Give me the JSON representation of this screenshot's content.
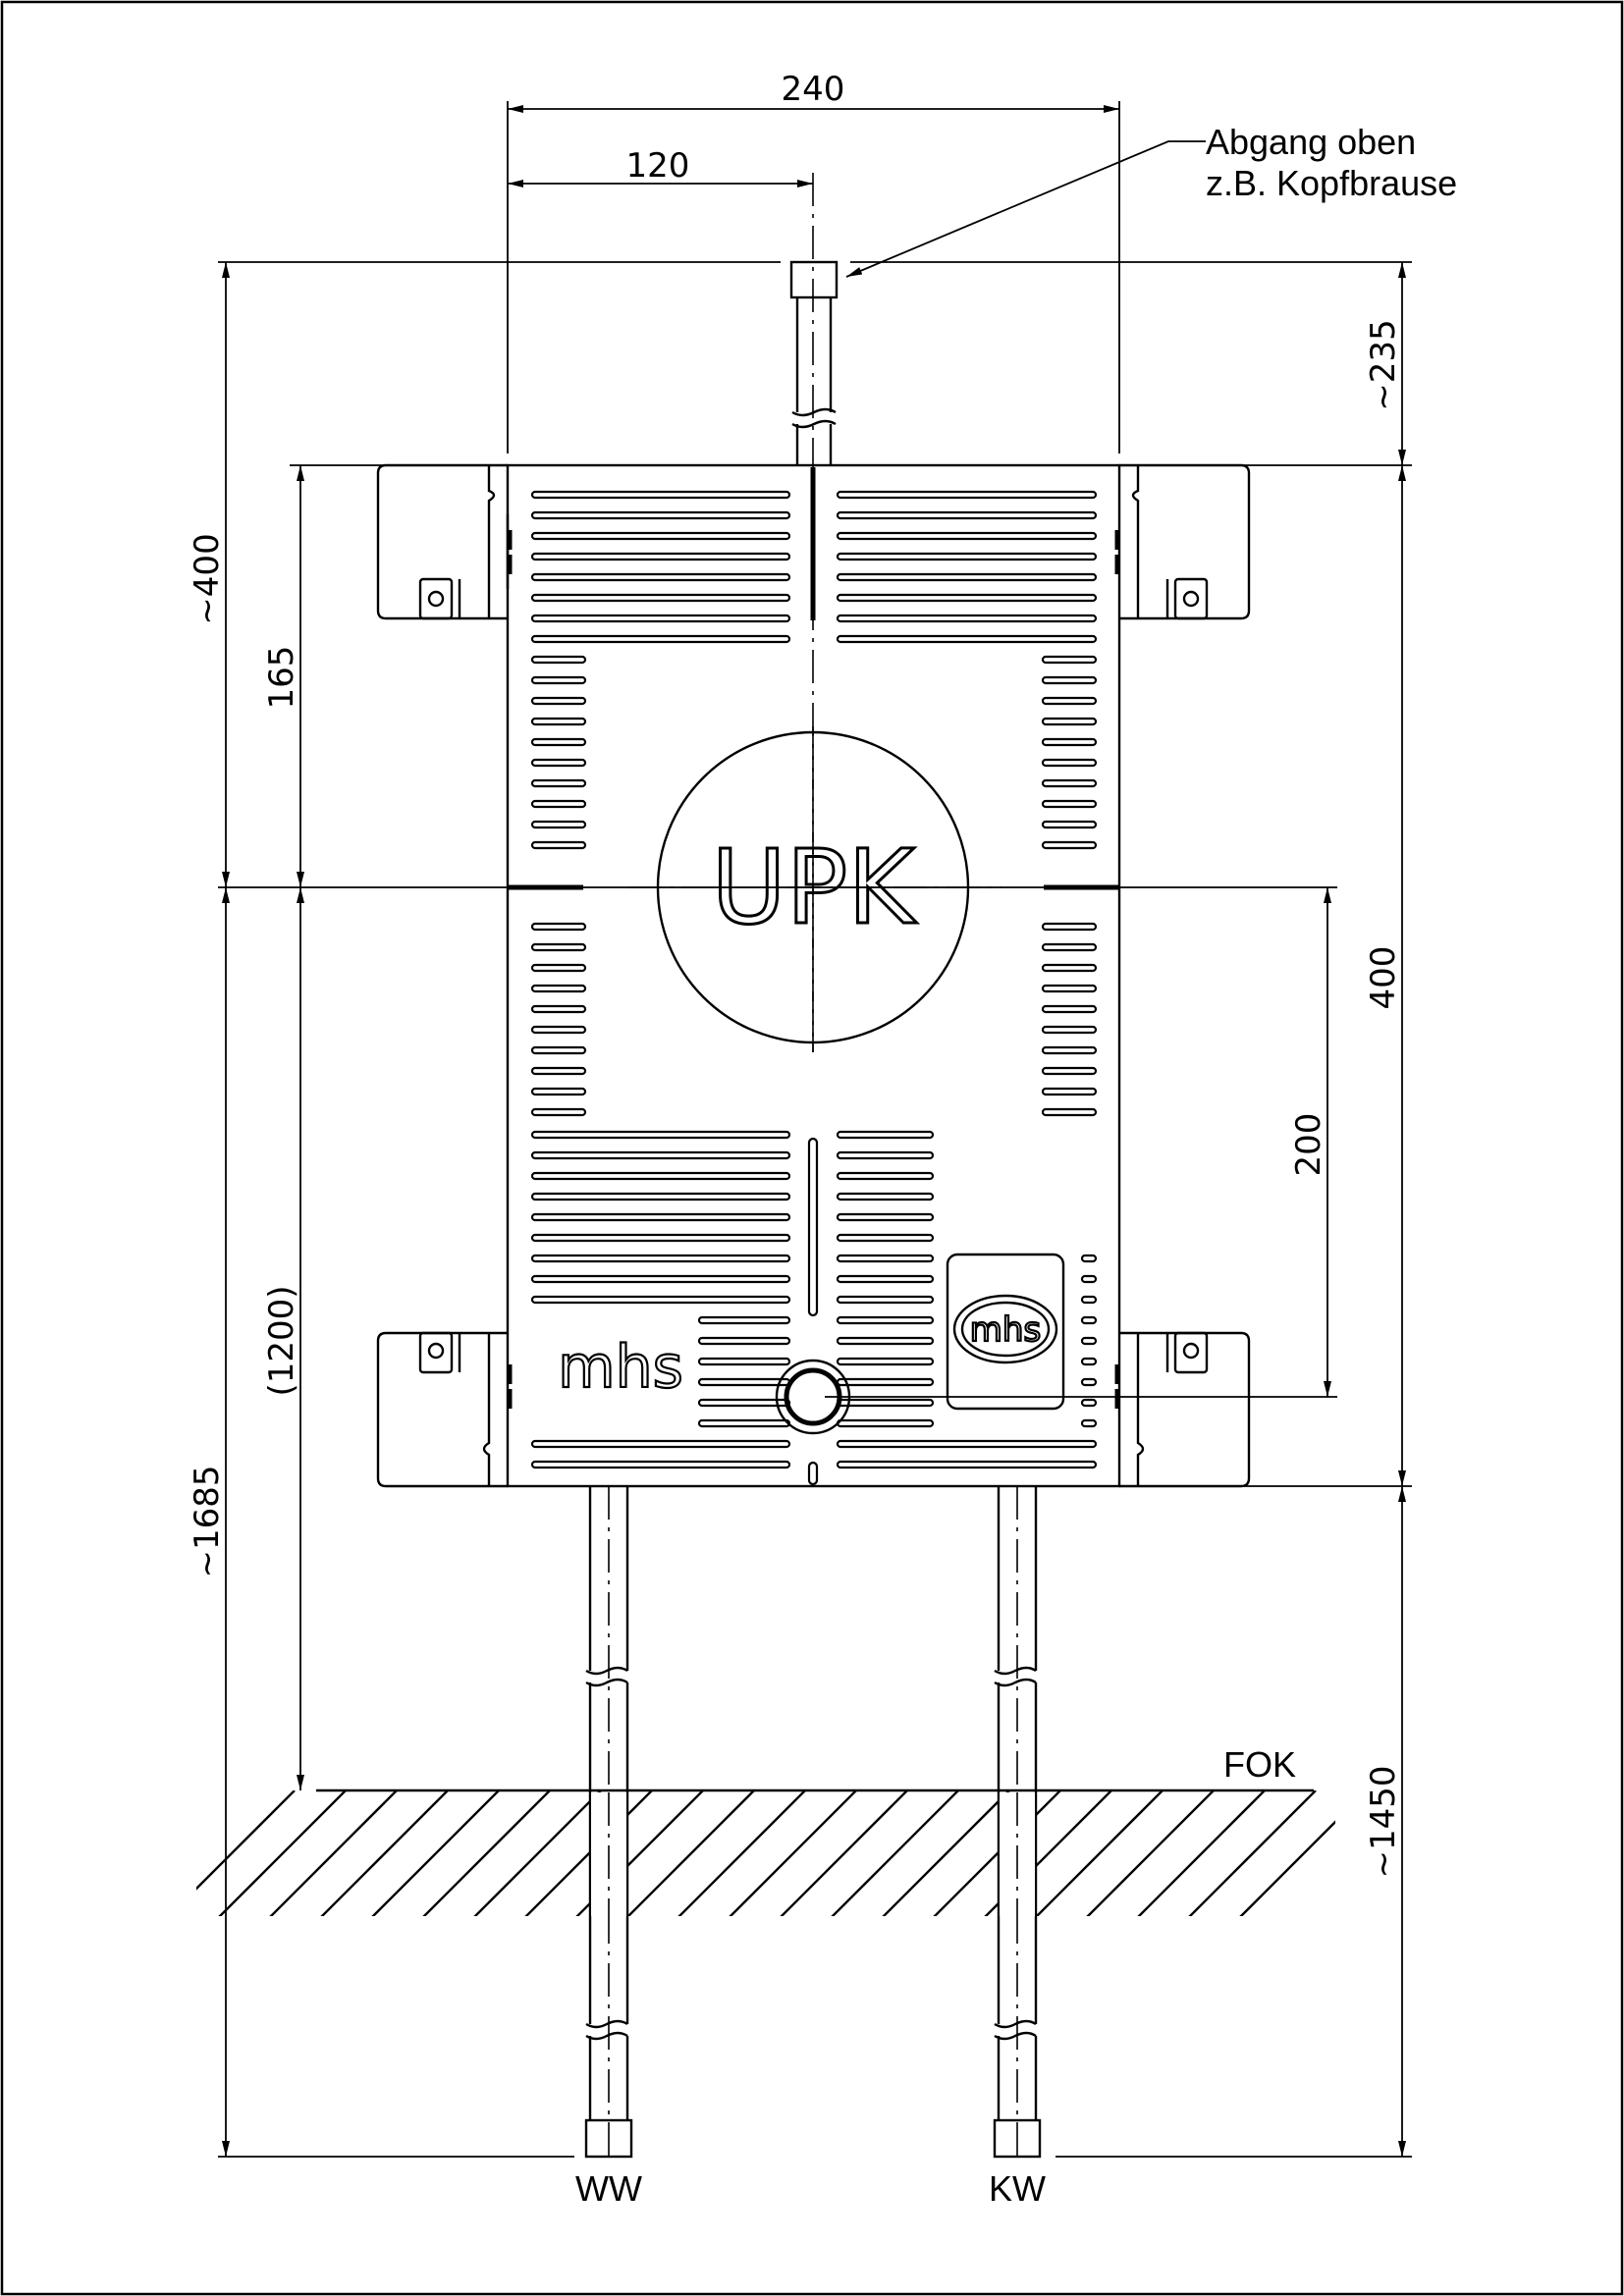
{
  "dimensions": {
    "width_total": "240",
    "width_half": "120",
    "height_top_outlet": "~235",
    "height_box": "400",
    "height_lower_to_center": "200",
    "height_left_total": "~400",
    "height_upper_to_center": "165",
    "height_center_to_floor": "(1200)",
    "height_center_to_bottom": "~1685",
    "height_floor_to_bottom": "~1450"
  },
  "labels": {
    "top_outlet_line1": "Abgang oben",
    "top_outlet_line2": "z.B. Kopfbrause",
    "floor": "FOK",
    "warm_water": "WW",
    "cold_water": "KW"
  },
  "box": {
    "center_label": "UPK",
    "brand_logo": "mhs",
    "brand_badge": "mhs"
  },
  "icons": {
    "brand_badge": "mhs-oval-logo-icon",
    "center_port": "outlet-ring-icon"
  }
}
